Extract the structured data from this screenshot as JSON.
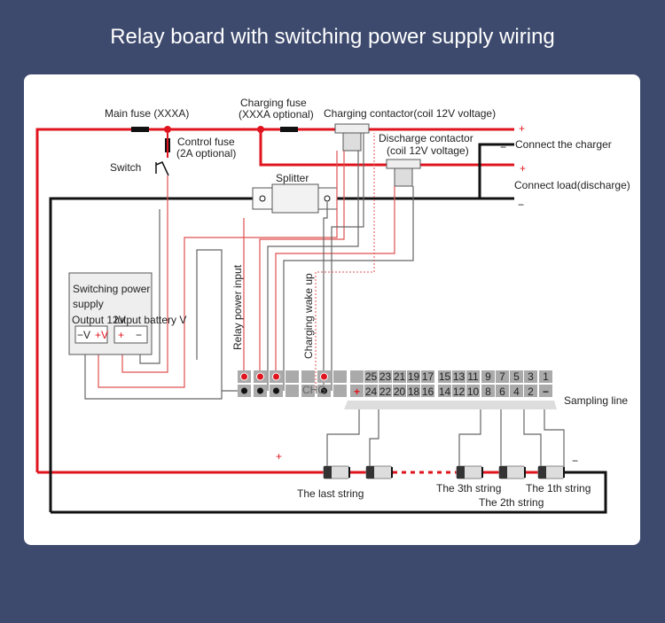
{
  "title": "Relay board with switching power supply wiring",
  "colors": {
    "background": "#3d4a6d",
    "positive_wire": "#e0141e",
    "negative_wire": "#111111",
    "signal_wire": "#666666"
  },
  "labels": {
    "main_fuse": "Main fuse (XXXA)",
    "charging_fuse_1": "Charging fuse",
    "charging_fuse_2": "(XXXA optional)",
    "charging_contactor": "Charging contactor(coil 12V voltage)",
    "discharge_contactor_1": "Discharge contactor",
    "discharge_contactor_2": "(coil 12V voltage)",
    "control_fuse_1": "Control fuse",
    "control_fuse_2": "(2A optional)",
    "switch": "Switch",
    "splitter": "Splitter",
    "connect_charger": "Connect the charger",
    "connect_load": "Connect load(discharge)",
    "plus": "+",
    "minus": "−",
    "psu_1": "Switching power",
    "psu_2": "supply",
    "psu_out12": "Output 12V",
    "psu_outbat": "Iutput battery V",
    "psu_minus_v": "−V",
    "psu_plus_v": "+V",
    "psu_plus": "+",
    "psu_minus": "−",
    "relay_power_input": "Relay power input",
    "charging_wake_up": "Charging wake up",
    "chg": "CHG",
    "sampling_line": "Sampling line",
    "last_string": "The last string",
    "string_3": "The 3th string",
    "string_2": "The 2th string",
    "string_1": "The 1th string"
  },
  "terminal_top": [
    "",
    "25",
    "23",
    "21",
    "19",
    "17",
    "15",
    "13",
    "11",
    "9",
    "7",
    "5",
    "3",
    "1"
  ],
  "terminal_bottom": [
    "+",
    "24",
    "22",
    "20",
    "18",
    "16",
    "14",
    "12",
    "10",
    "8",
    "6",
    "4",
    "2",
    "−"
  ]
}
